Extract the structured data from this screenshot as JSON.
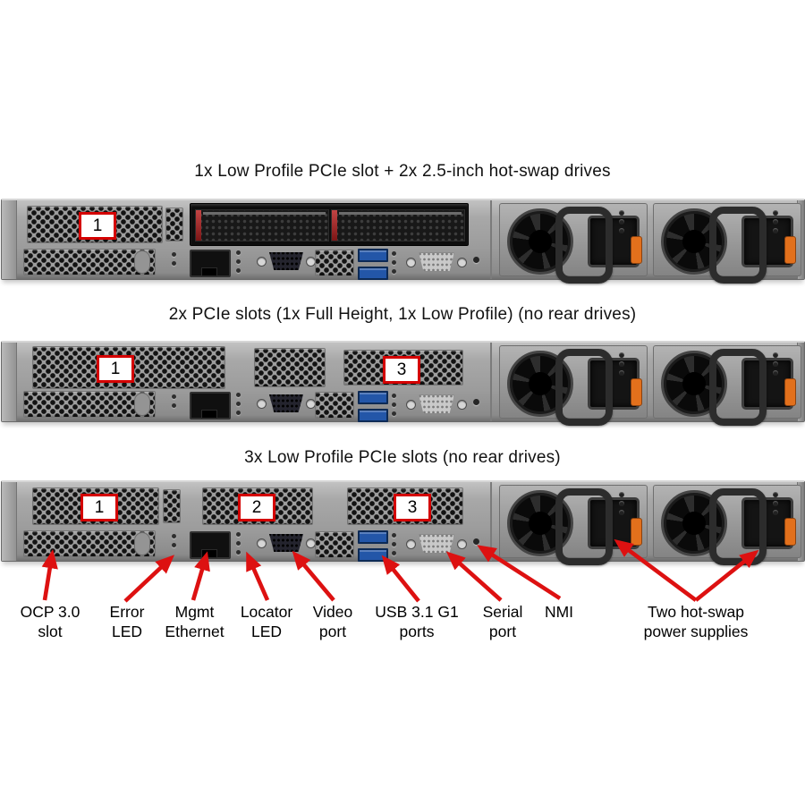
{
  "figures": [
    {
      "title": "1x Low Profile PCIe slot + 2x 2.5-inch hot-swap drives",
      "slot_labels": [
        "1"
      ]
    },
    {
      "title": "2x PCIe slots (1x Full Height, 1x Low Profile) (no rear drives)",
      "slot_labels": [
        "1",
        "3"
      ]
    },
    {
      "title": "3x Low Profile PCIe slots (no rear drives)",
      "slot_labels": [
        "1",
        "2",
        "3"
      ]
    }
  ],
  "callouts": [
    {
      "line1": "OCP 3.0",
      "line2": "slot"
    },
    {
      "line1": "Error",
      "line2": "LED"
    },
    {
      "line1": "Mgmt",
      "line2": "Ethernet"
    },
    {
      "line1": "Locator",
      "line2": "LED"
    },
    {
      "line1": "Video",
      "line2": "port"
    },
    {
      "line1": "USB 3.1 G1",
      "line2": "ports"
    },
    {
      "line1": "Serial",
      "line2": "port"
    },
    {
      "line1": "NMI",
      "line2": ""
    },
    {
      "line1": "Two hot-swap",
      "line2": "power supplies"
    }
  ],
  "icons": {
    "psu-fan": "circular fan grille",
    "slot-number-badge": "white box with red border",
    "callout-arrow": "red arrow"
  },
  "colors": {
    "callout_arrow": "#dd1111",
    "slot_badge_border": "#d40000",
    "usb_port_blue": "#2356a8",
    "psu_release_tab_orange": "#e2701c",
    "chassis_gray": "#9c9c9c",
    "drive_latch_red": "#a22626"
  }
}
